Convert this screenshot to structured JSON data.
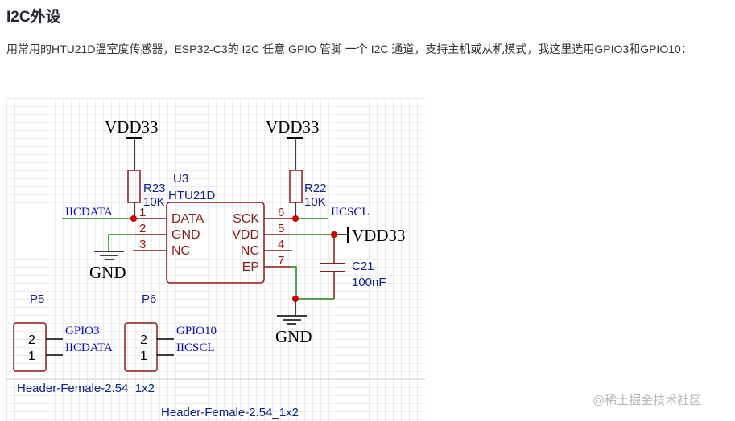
{
  "heading": "I2C外设",
  "paragraph": "用常用的HTU21D温室度传感器，ESP32-C3的 I2C 任意 GPIO 管脚 一个 I2C 通道，支持主机或从机模式，我这里选用GPIO3和GPIO10：",
  "schematic": {
    "power_left": "VDD33",
    "power_right": "VDD33",
    "power_vdd": "VDD33",
    "r23_ref": "R23",
    "r23_value": "10K",
    "r22_ref": "R22",
    "r22_value": "10K",
    "u3_ref": "U3",
    "u3_part": "HTU21D",
    "net_iicdata": "IICDATA",
    "net_iicscl": "IICSCL",
    "gnd_left": "GND",
    "gnd_right": "GND",
    "pins_left": [
      {
        "num": "1",
        "name": "DATA"
      },
      {
        "num": "2",
        "name": "GND"
      },
      {
        "num": "3",
        "name": "NC"
      }
    ],
    "pins_right": [
      {
        "num": "6",
        "name": "SCK"
      },
      {
        "num": "5",
        "name": "VDD"
      },
      {
        "num": "4",
        "name": "NC"
      },
      {
        "num": "7",
        "name": "EP"
      }
    ],
    "c21_ref": "C21",
    "c21_value": "100nF",
    "p5": {
      "ref": "P5",
      "pin2": "2",
      "pin1": "1",
      "net2": "GPIO3",
      "net1": "IICDATA",
      "footprint": "Header-Female-2.54_1x2"
    },
    "p6": {
      "ref": "P6",
      "pin2": "2",
      "pin1": "1",
      "net2": "GPIO10",
      "net1": "IICSCL",
      "footprint": "Header-Female-2.54_1x2"
    },
    "colors": {
      "wire": "#1a8a1a",
      "component": "#8b1a1a",
      "label": "#0a0ad0",
      "junction": "#d40000",
      "ref": "#10208c"
    }
  },
  "watermark": "@稀土掘金技术社区"
}
